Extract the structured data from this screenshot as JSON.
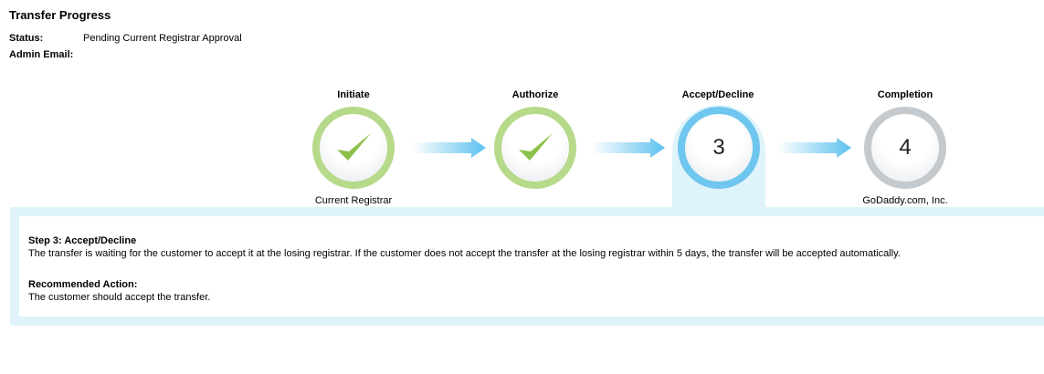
{
  "page": {
    "title": "Transfer Progress",
    "status_label": "Status:",
    "status_value": "Pending Current Registrar Approval",
    "admin_email_label": "Admin Email:",
    "admin_email_value": ""
  },
  "steps": [
    {
      "label": "Initiate",
      "sublabel": "Current Registrar",
      "state": "done",
      "icon": "checkmark-icon"
    },
    {
      "label": "Authorize",
      "sublabel": "",
      "state": "done",
      "icon": "checkmark-icon"
    },
    {
      "label": "Accept/Decline",
      "sublabel": "",
      "state": "current",
      "number": "3"
    },
    {
      "label": "Completion",
      "sublabel": "GoDaddy.com, Inc.",
      "state": "future",
      "number": "4"
    }
  ],
  "detail": {
    "step_heading": "Step 3: Accept/Decline",
    "step_text": "The transfer is waiting for the customer to accept it at the losing registrar. If the customer does not accept the transfer at the losing registrar within 5 days, the transfer will be accepted automatically.",
    "action_heading": "Recommended Action:",
    "action_text": "The customer should accept the transfer."
  },
  "colors": {
    "done": "#b6d98a",
    "current": "#6fc6ee",
    "future": "#c4c9cd",
    "check": "#8cc04a",
    "arrow": "#5cc0ee",
    "panel": "#dff3fb"
  }
}
